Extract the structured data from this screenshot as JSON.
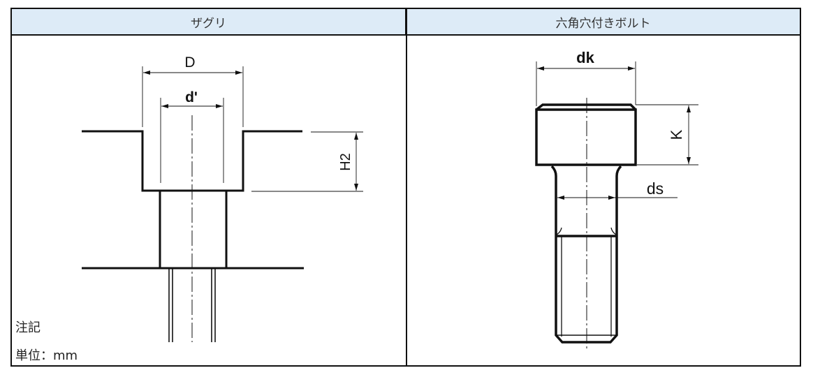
{
  "table": {
    "headers": [
      "ザグリ",
      "六角穴付きボルト"
    ]
  },
  "counterbore": {
    "labels": {
      "D": "D",
      "d_prime": "d'",
      "H2": "H2"
    }
  },
  "bolt": {
    "labels": {
      "dk": "dk",
      "K": "K",
      "ds": "ds"
    }
  },
  "notes": {
    "note_label": "注記",
    "unit_label": "単位：mm"
  }
}
